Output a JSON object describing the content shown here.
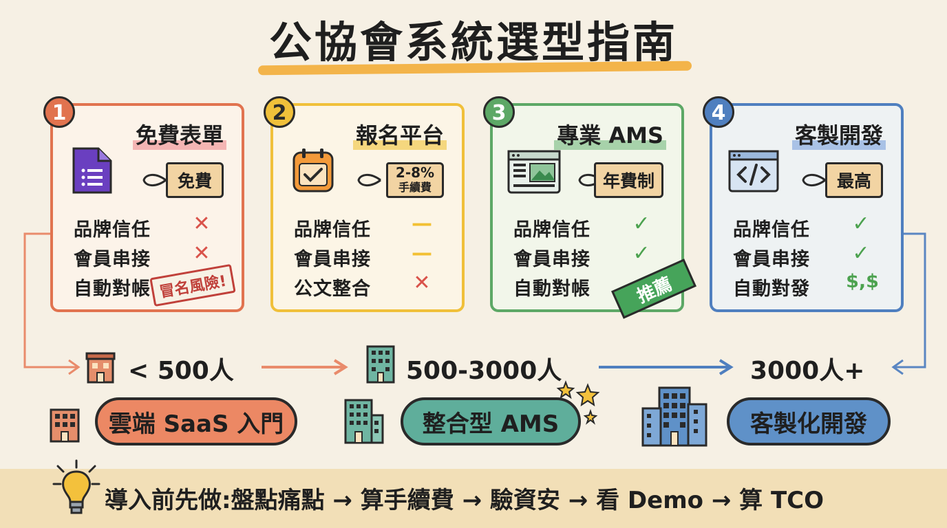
{
  "title": "公協會系統選型指南",
  "cards": [
    {
      "number": "1",
      "title": "免費表單",
      "icon": "form-document-icon",
      "price_tag": "免費",
      "features": [
        {
          "label": "品牌信任",
          "mark": "✕"
        },
        {
          "label": "會員串接",
          "mark": "✕"
        },
        {
          "label": "自動對帳",
          "mark": ""
        }
      ],
      "stamp": "冒名風險!",
      "color": "#e1734f"
    },
    {
      "number": "2",
      "title": "報名平台",
      "icon": "calendar-check-icon",
      "price_tag_line1": "2-8%",
      "price_tag_line2": "手續費",
      "features": [
        {
          "label": "品牌信任",
          "mark": "—"
        },
        {
          "label": "會員串接",
          "mark": "—"
        },
        {
          "label": "公文整合",
          "mark": "✕"
        }
      ],
      "color": "#f0c03a"
    },
    {
      "number": "3",
      "title": "專業 AMS",
      "icon": "browser-window-icon",
      "price_tag": "年費制",
      "features": [
        {
          "label": "品牌信任",
          "mark": "✓"
        },
        {
          "label": "會員串接",
          "mark": "✓"
        },
        {
          "label": "自動對帳",
          "mark": "✓"
        }
      ],
      "ribbon": "推薦",
      "color": "#5da866"
    },
    {
      "number": "4",
      "title": "客製開發",
      "icon": "code-window-icon",
      "price_tag": "最高",
      "features": [
        {
          "label": "品牌信任",
          "mark": "✓"
        },
        {
          "label": "會員串接",
          "mark": "✓"
        },
        {
          "label": "自動對發",
          "mark": "$,$"
        }
      ],
      "color": "#4f7fbf"
    }
  ],
  "tiers": [
    {
      "label": "< 500人",
      "recommendation": "雲端 SaaS 入門"
    },
    {
      "label": "500-3000人",
      "recommendation": "整合型 AMS"
    },
    {
      "label": "3000人+",
      "recommendation": "客製化開發"
    }
  ],
  "tip": "導入前先做:盤點痛點 → 算手續費 → 驗資安 → 看 Demo → 算 TCO"
}
